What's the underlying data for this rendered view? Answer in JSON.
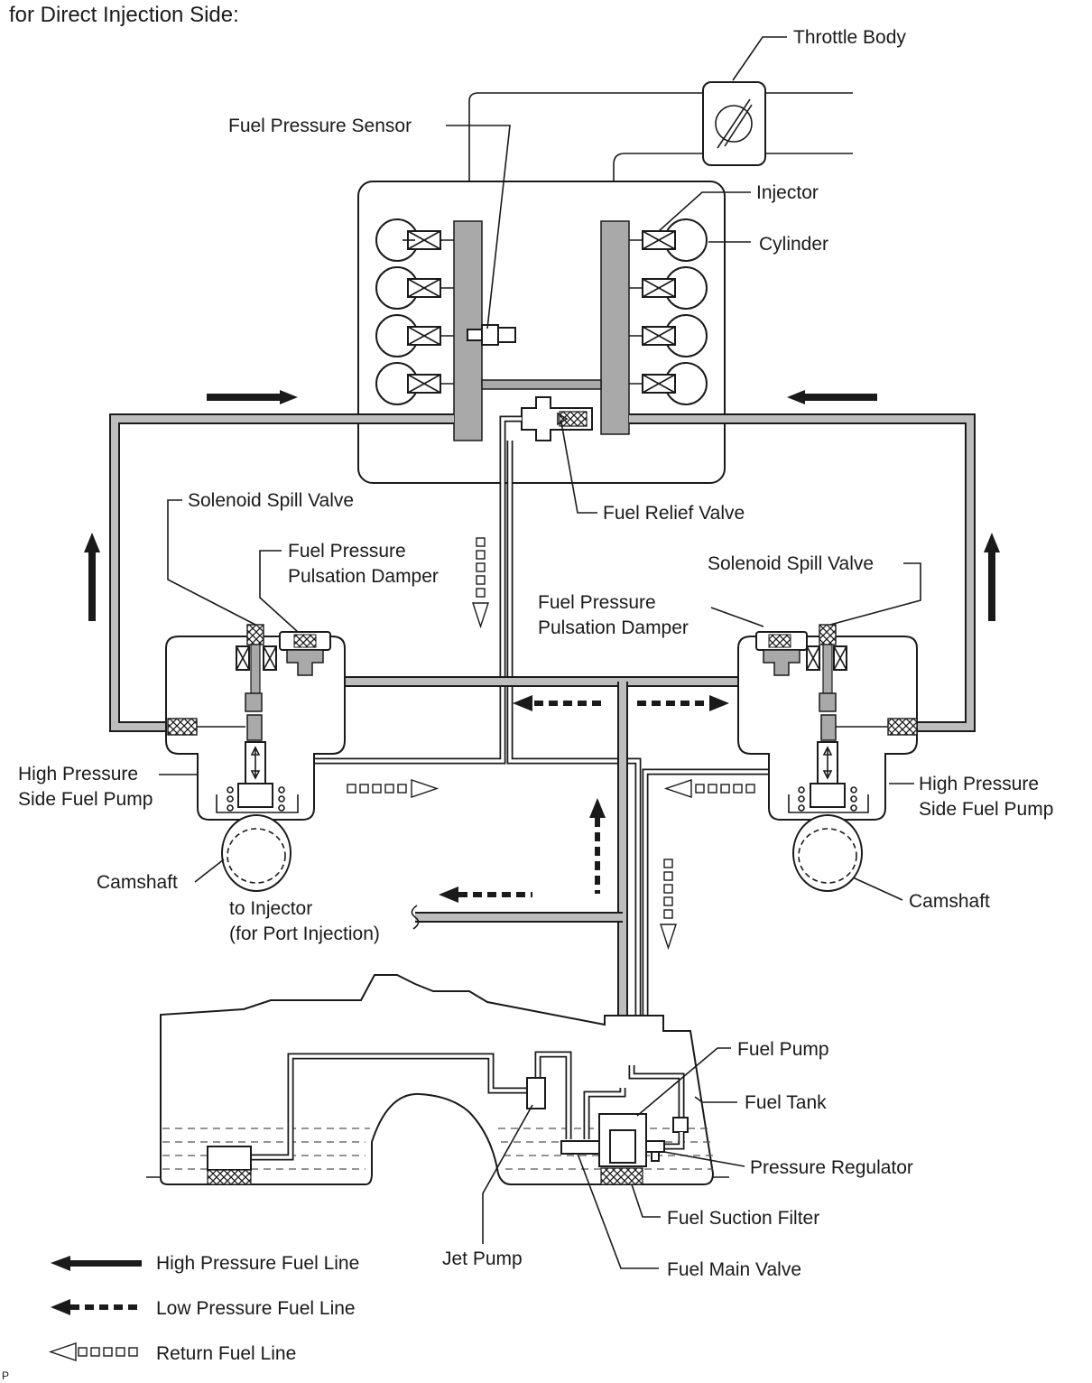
{
  "header": {
    "title": "for Direct Injection Side:"
  },
  "labels": {
    "throttle_body": "Throttle Body",
    "fuel_pressure_sensor": "Fuel Pressure Sensor",
    "injector": "Injector",
    "cylinder": "Cylinder",
    "fuel_relief_valve": "Fuel Relief Valve",
    "solenoid_spill_valve_left": "Solenoid Spill Valve",
    "solenoid_spill_valve_right": "Solenoid Spill Valve",
    "damper_left_line1": "Fuel Pressure",
    "damper_left_line2": "Pulsation Damper",
    "damper_right_line1": "Fuel Pressure",
    "damper_right_line2": "Pulsation Damper",
    "hp_pump_left_line1": "High Pressure",
    "hp_pump_left_line2": "Side Fuel Pump",
    "hp_pump_right_line1": "High Pressure",
    "hp_pump_right_line2": "Side Fuel Pump",
    "camshaft_left": "Camshaft",
    "camshaft_right": "Camshaft",
    "to_injector_line1": "to Injector",
    "to_injector_line2": "(for Port Injection)",
    "fuel_pump": "Fuel Pump",
    "fuel_tank": "Fuel Tank",
    "pressure_regulator": "Pressure Regulator",
    "fuel_suction_filter": "Fuel Suction Filter",
    "jet_pump": "Jet Pump",
    "fuel_main_valve": "Fuel Main Valve"
  },
  "legend": {
    "high_pressure": "High Pressure Fuel Line",
    "low_pressure": "Low Pressure Fuel Line",
    "return": "Return Fuel Line"
  },
  "corner_mark": "P"
}
